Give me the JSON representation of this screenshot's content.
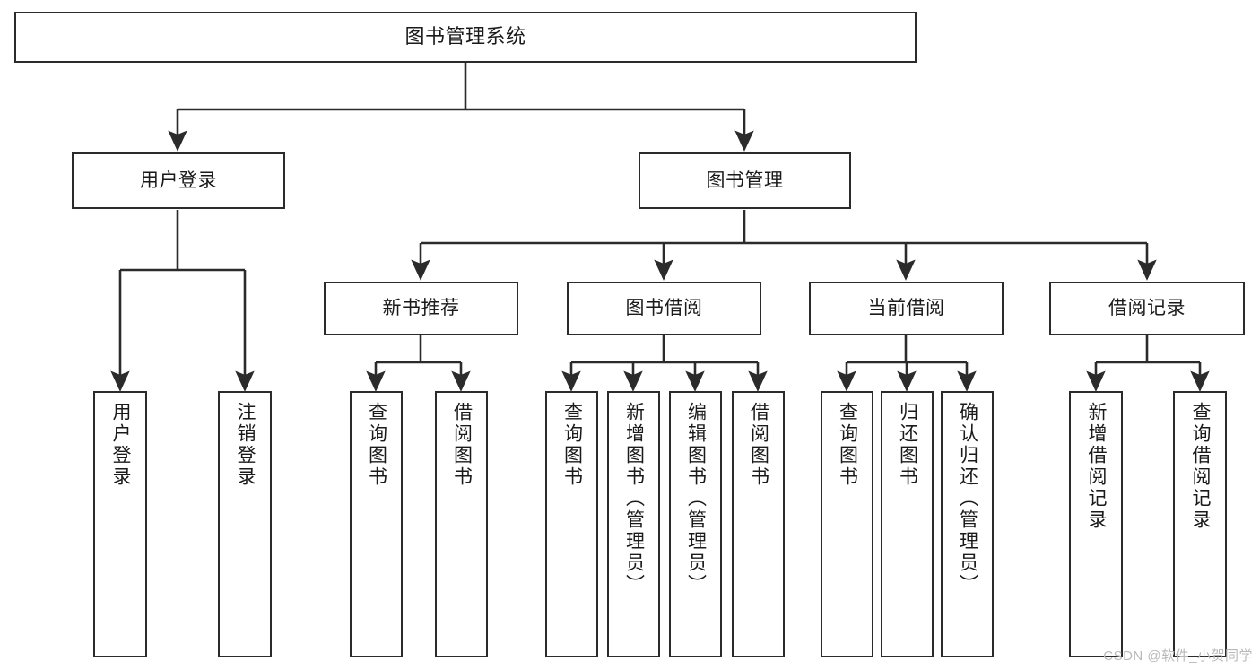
{
  "diagram": {
    "title": "图书管理系统",
    "type": "tree",
    "stroke_color": "#2b2b2b",
    "fill_color": "#ffffff",
    "text_color": "#1a1a1a",
    "watermark": "CSDN @软件_小贺同学",
    "nodes": {
      "root": {
        "label": "图书管理系统"
      },
      "level1": [
        {
          "id": "user-login",
          "label": "用户登录"
        },
        {
          "id": "book-manage",
          "label": "图书管理"
        }
      ],
      "level2": [
        {
          "id": "new-book-recommend",
          "label": "新书推荐"
        },
        {
          "id": "book-borrow",
          "label": "图书借阅"
        },
        {
          "id": "current-borrow",
          "label": "当前借阅"
        },
        {
          "id": "borrow-record",
          "label": "借阅记录"
        }
      ],
      "leaves": {
        "user_login": [
          {
            "id": "leaf-user-login",
            "label": "用户登录"
          },
          {
            "id": "leaf-logout",
            "label": "注销登录"
          }
        ],
        "new_book_recommend": [
          {
            "id": "leaf-query-book-1",
            "label": "查询图书"
          },
          {
            "id": "leaf-borrow-book-1",
            "label": "借阅图书"
          }
        ],
        "book_borrow": [
          {
            "id": "leaf-query-book-2",
            "label": "查询图书"
          },
          {
            "id": "leaf-add-book",
            "label": "新增图书（管理员）"
          },
          {
            "id": "leaf-edit-book",
            "label": "编辑图书（管理员）"
          },
          {
            "id": "leaf-borrow-book-2",
            "label": "借阅图书"
          }
        ],
        "current_borrow": [
          {
            "id": "leaf-query-book-3",
            "label": "查询图书"
          },
          {
            "id": "leaf-return-book",
            "label": "归还图书"
          },
          {
            "id": "leaf-confirm-return",
            "label": "确认归还（管理员）"
          }
        ],
        "borrow_record": [
          {
            "id": "leaf-add-record",
            "label": "新增借阅记录"
          },
          {
            "id": "leaf-query-record",
            "label": "查询借阅记录"
          }
        ]
      }
    }
  }
}
